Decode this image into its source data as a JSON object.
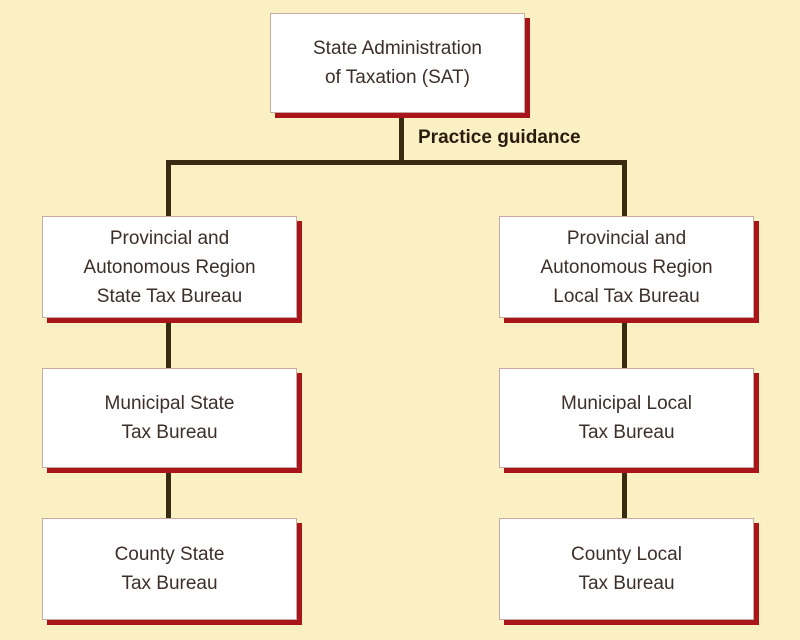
{
  "colors": {
    "background": "#fbf0c4",
    "box_fill": "#ffffff",
    "box_shadow": "#a8161c",
    "connector": "#3a2a12",
    "text": "#3c2f2a"
  },
  "diagram": {
    "top": {
      "label": "State Administration\nof Taxation (SAT)"
    },
    "connector_label": "Practice guidance",
    "left_column": [
      {
        "label": "Provincial and\nAutonomous Region\nState Tax Bureau"
      },
      {
        "label": "Municipal State\nTax Bureau"
      },
      {
        "label": "County State\nTax Bureau"
      }
    ],
    "right_column": [
      {
        "label": "Provincial and\nAutonomous Region\nLocal Tax Bureau"
      },
      {
        "label": "Municipal Local\nTax Bureau"
      },
      {
        "label": "County Local\nTax Bureau"
      }
    ]
  }
}
